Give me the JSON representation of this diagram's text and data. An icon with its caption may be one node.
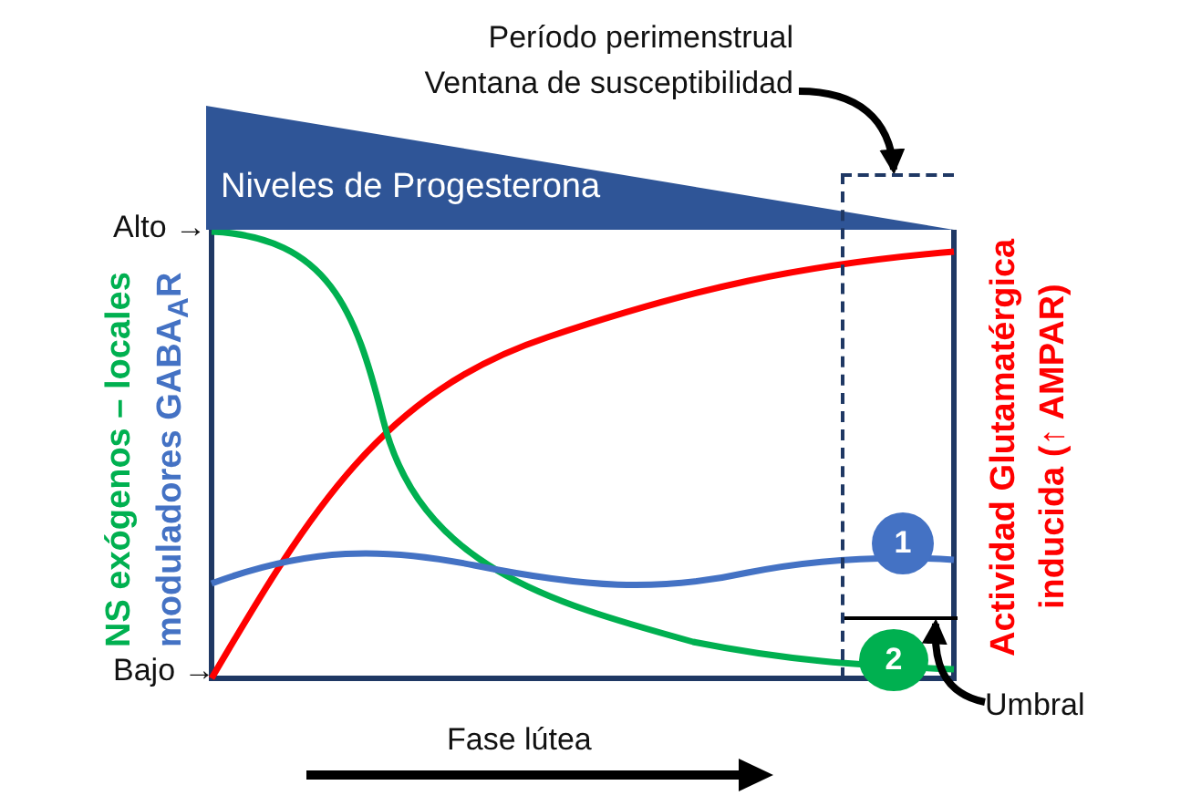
{
  "diagram": {
    "nodes": [
      {
        "text": [
          "Período perimenstrual Ventana de susceptibilidad"
        ]
      },
      {
        "text": [],
        "shape": "box"
      },
      {
        "text": [
          "Niveles de Progesterona"
        ]
      },
      {
        "text": [
          "1"
        ],
        "in": 1
      },
      {
        "text": [
          "2"
        ]
      },
      {
        "text": [
          "Umbral"
        ]
      },
      {
        "text": [],
        "shape": "line",
        "in": 1
      }
    ],
    "edges": [
      {
        "from": 0,
        "to": 1,
        "arrow": "to"
      },
      {
        "from": 5,
        "to": 6,
        "arrow": "to"
      }
    ],
    "labels": [
      "Alto →",
      "NS exógenos – locales",
      "moduladores GABA$_{A}$R",
      "Actividad Glutamatérgica inducida (↑ AMPAR)",
      "Bajo →",
      "Fase lútea"
    ]
  }
}
